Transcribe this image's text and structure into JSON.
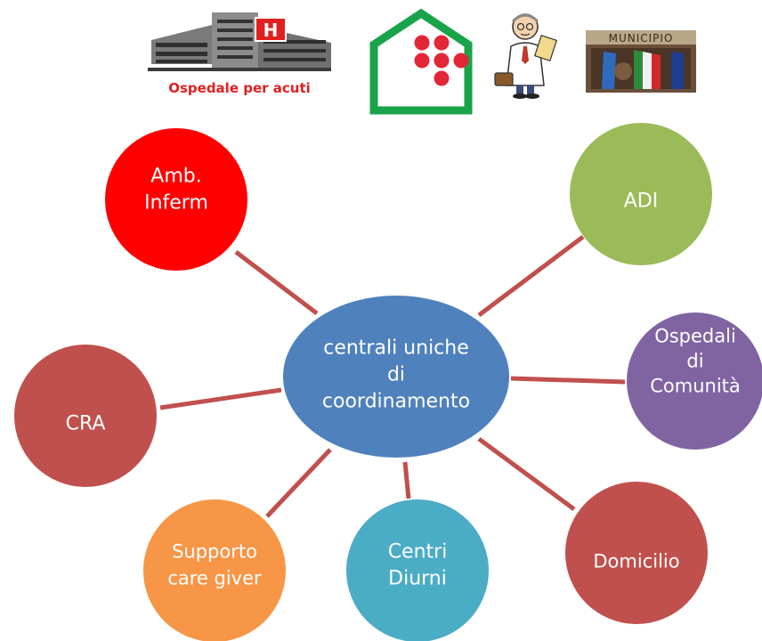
{
  "logos": {
    "hospital": {
      "caption": "Ospedale per acuti",
      "sign_letter": "H",
      "accent": "#e02020"
    },
    "health_house": {
      "colors": [
        "#19a34a",
        "#e32636"
      ]
    },
    "doctor": {},
    "municipio": {
      "caption": "MUNICIPIO"
    }
  },
  "diagram": {
    "center": {
      "lines": [
        "centrali uniche",
        "di",
        "coordinamento"
      ],
      "color": "#4f81bd"
    },
    "nodes": [
      {
        "id": "amb-inferm",
        "lines": [
          "Amb.",
          "Inferm"
        ],
        "color": "#ff0000"
      },
      {
        "id": "adi",
        "lines": [
          "ADI"
        ],
        "color": "#9bbb59"
      },
      {
        "id": "ospedali-comunita",
        "lines": [
          "Ospedali",
          "di",
          "Comunità"
        ],
        "color": "#8064a2"
      },
      {
        "id": "domicilio",
        "lines": [
          "Domicilio"
        ],
        "color": "#c0504d"
      },
      {
        "id": "centri-diurni",
        "lines": [
          "Centri",
          "Diurni"
        ],
        "color": "#4bacc6"
      },
      {
        "id": "supporto-care-giver",
        "lines": [
          "Supporto",
          "care giver"
        ],
        "color": "#f79646"
      },
      {
        "id": "cra",
        "lines": [
          "CRA"
        ],
        "color": "#c0504d"
      }
    ],
    "connector_color": "#c0504d"
  }
}
